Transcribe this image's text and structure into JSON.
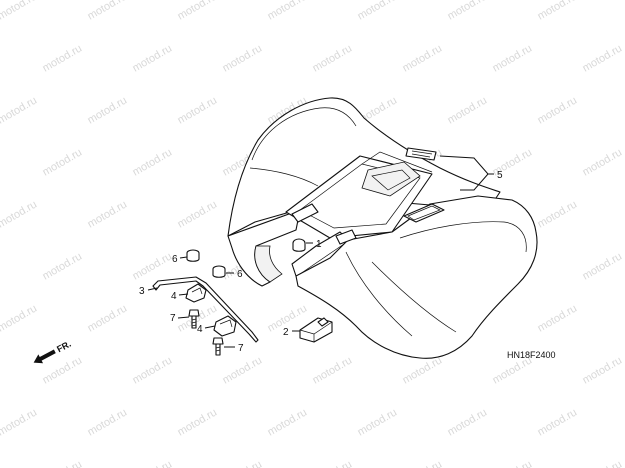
{
  "diagram": {
    "watermark_text": "motod.ru",
    "callouts": [
      "1",
      "2",
      "3",
      "4",
      "4",
      "5",
      "6",
      "6",
      "7",
      "7"
    ],
    "direction_label": "FR.",
    "drawing_code": "HN18F2400",
    "colors": {
      "line": "#111111",
      "watermark": "#d9d9d9",
      "background": "#ffffff"
    }
  }
}
